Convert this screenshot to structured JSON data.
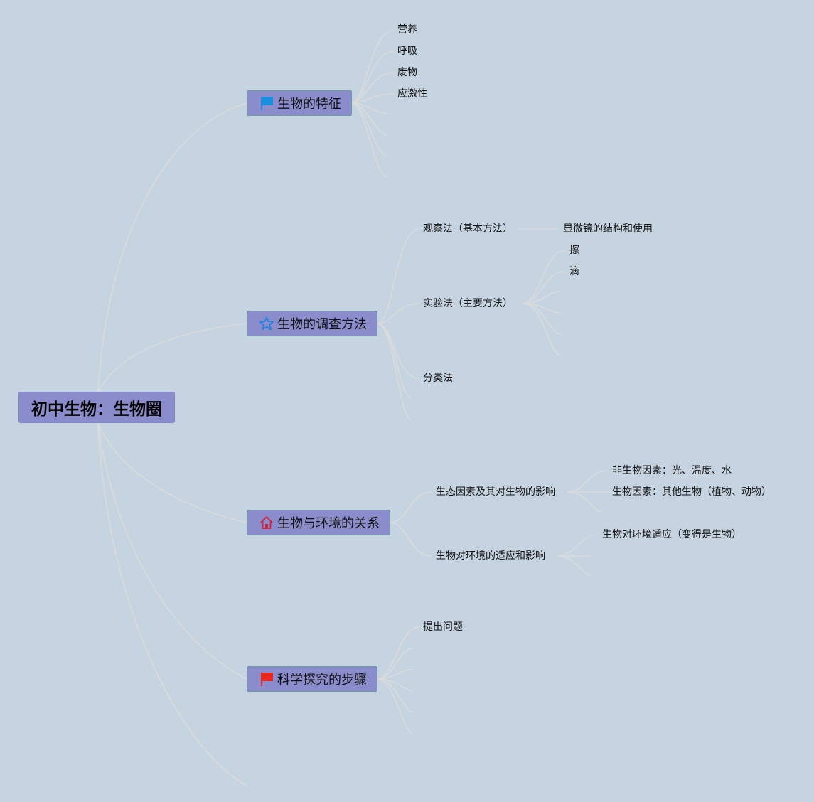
{
  "root": {
    "title": "初中生物：生物圈"
  },
  "branches": {
    "characteristics": {
      "label": "生物的特征",
      "children": [
        "营养",
        "呼吸",
        "废物",
        "应激性"
      ]
    },
    "methods": {
      "label": "生物的调查方法",
      "observation": "观察法（基本方法）",
      "microscope": "显微镜的结构和使用",
      "experiment": "实验法（主要方法）",
      "experiment_steps": [
        "擦",
        "滴"
      ],
      "classification": "分类法"
    },
    "environment": {
      "label": "生物与环境的关系",
      "ecological_factors": "生态因素及其对生物的影响",
      "abiotic": "非生物因素：光、温度、水",
      "biotic": "生物因素：其他生物（植物、动物）",
      "adaptation": "生物对环境的适应和影响",
      "adaptation_detail": "生物对环境适应（变得是生物）"
    },
    "inquiry": {
      "label": "科学探究的步骤",
      "first_step": "提出问题"
    }
  },
  "icons": {
    "characteristics": "blue-flag-icon",
    "methods": "star-outline-icon",
    "environment": "house-icon",
    "inquiry": "red-flag-icon"
  },
  "colors": {
    "background": "#c6d4e2",
    "node_fill": "#8a8ccc",
    "connector": "#dcdcdc",
    "flag_blue": "#1a8fe0",
    "star_blue": "#1a7fe0",
    "house_red": "#d0203a",
    "flag_red": "#e8281e"
  }
}
